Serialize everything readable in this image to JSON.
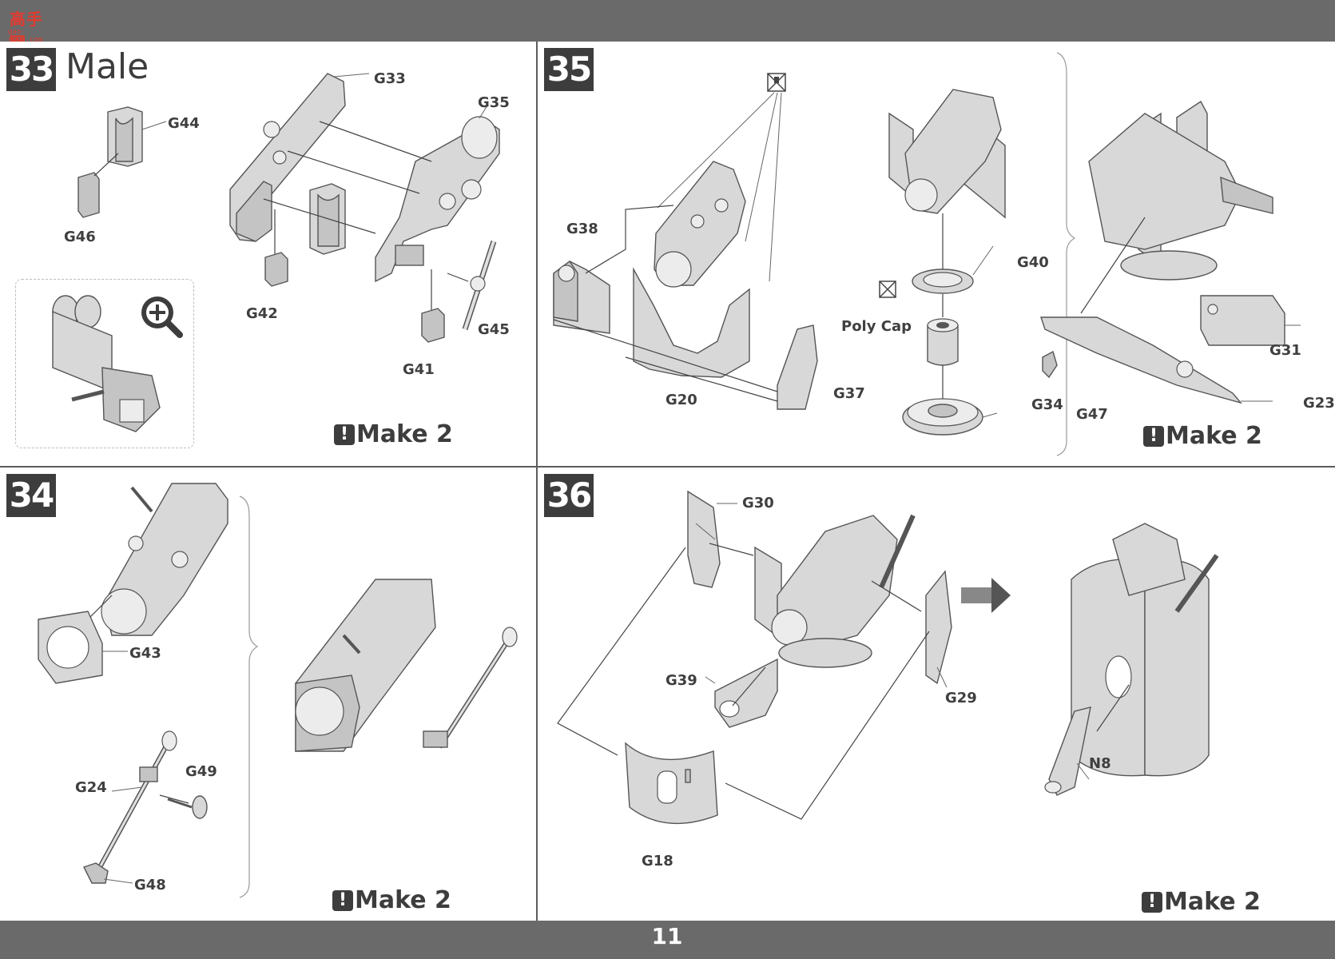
{
  "watermark": {
    "chars": "高手网",
    "url": "gao-shou.com"
  },
  "page_number": "11",
  "steps": [
    {
      "number": "33",
      "title": "Male",
      "note": "Make 2",
      "labels": [
        "G33",
        "G35",
        "G44",
        "G46",
        "G42",
        "G41",
        "G45"
      ]
    },
    {
      "number": "35",
      "note": "Make 2",
      "poly_cap": "Poly Cap",
      "labels": [
        "G38",
        "G20",
        "G37",
        "G40",
        "G34",
        "G31",
        "G23",
        "G47"
      ]
    },
    {
      "number": "34",
      "note": "Make 2",
      "labels": [
        "G43",
        "G24",
        "G49",
        "G48"
      ]
    },
    {
      "number": "36",
      "note": "Make 2",
      "labels": [
        "G30",
        "G39",
        "G29",
        "G18",
        "N8"
      ]
    }
  ],
  "icons": {
    "zoom": "magnify-plus-icon",
    "cement": "no-cement-icon",
    "attention": "exclamation-icon",
    "proceed": "right-arrow-icon"
  }
}
